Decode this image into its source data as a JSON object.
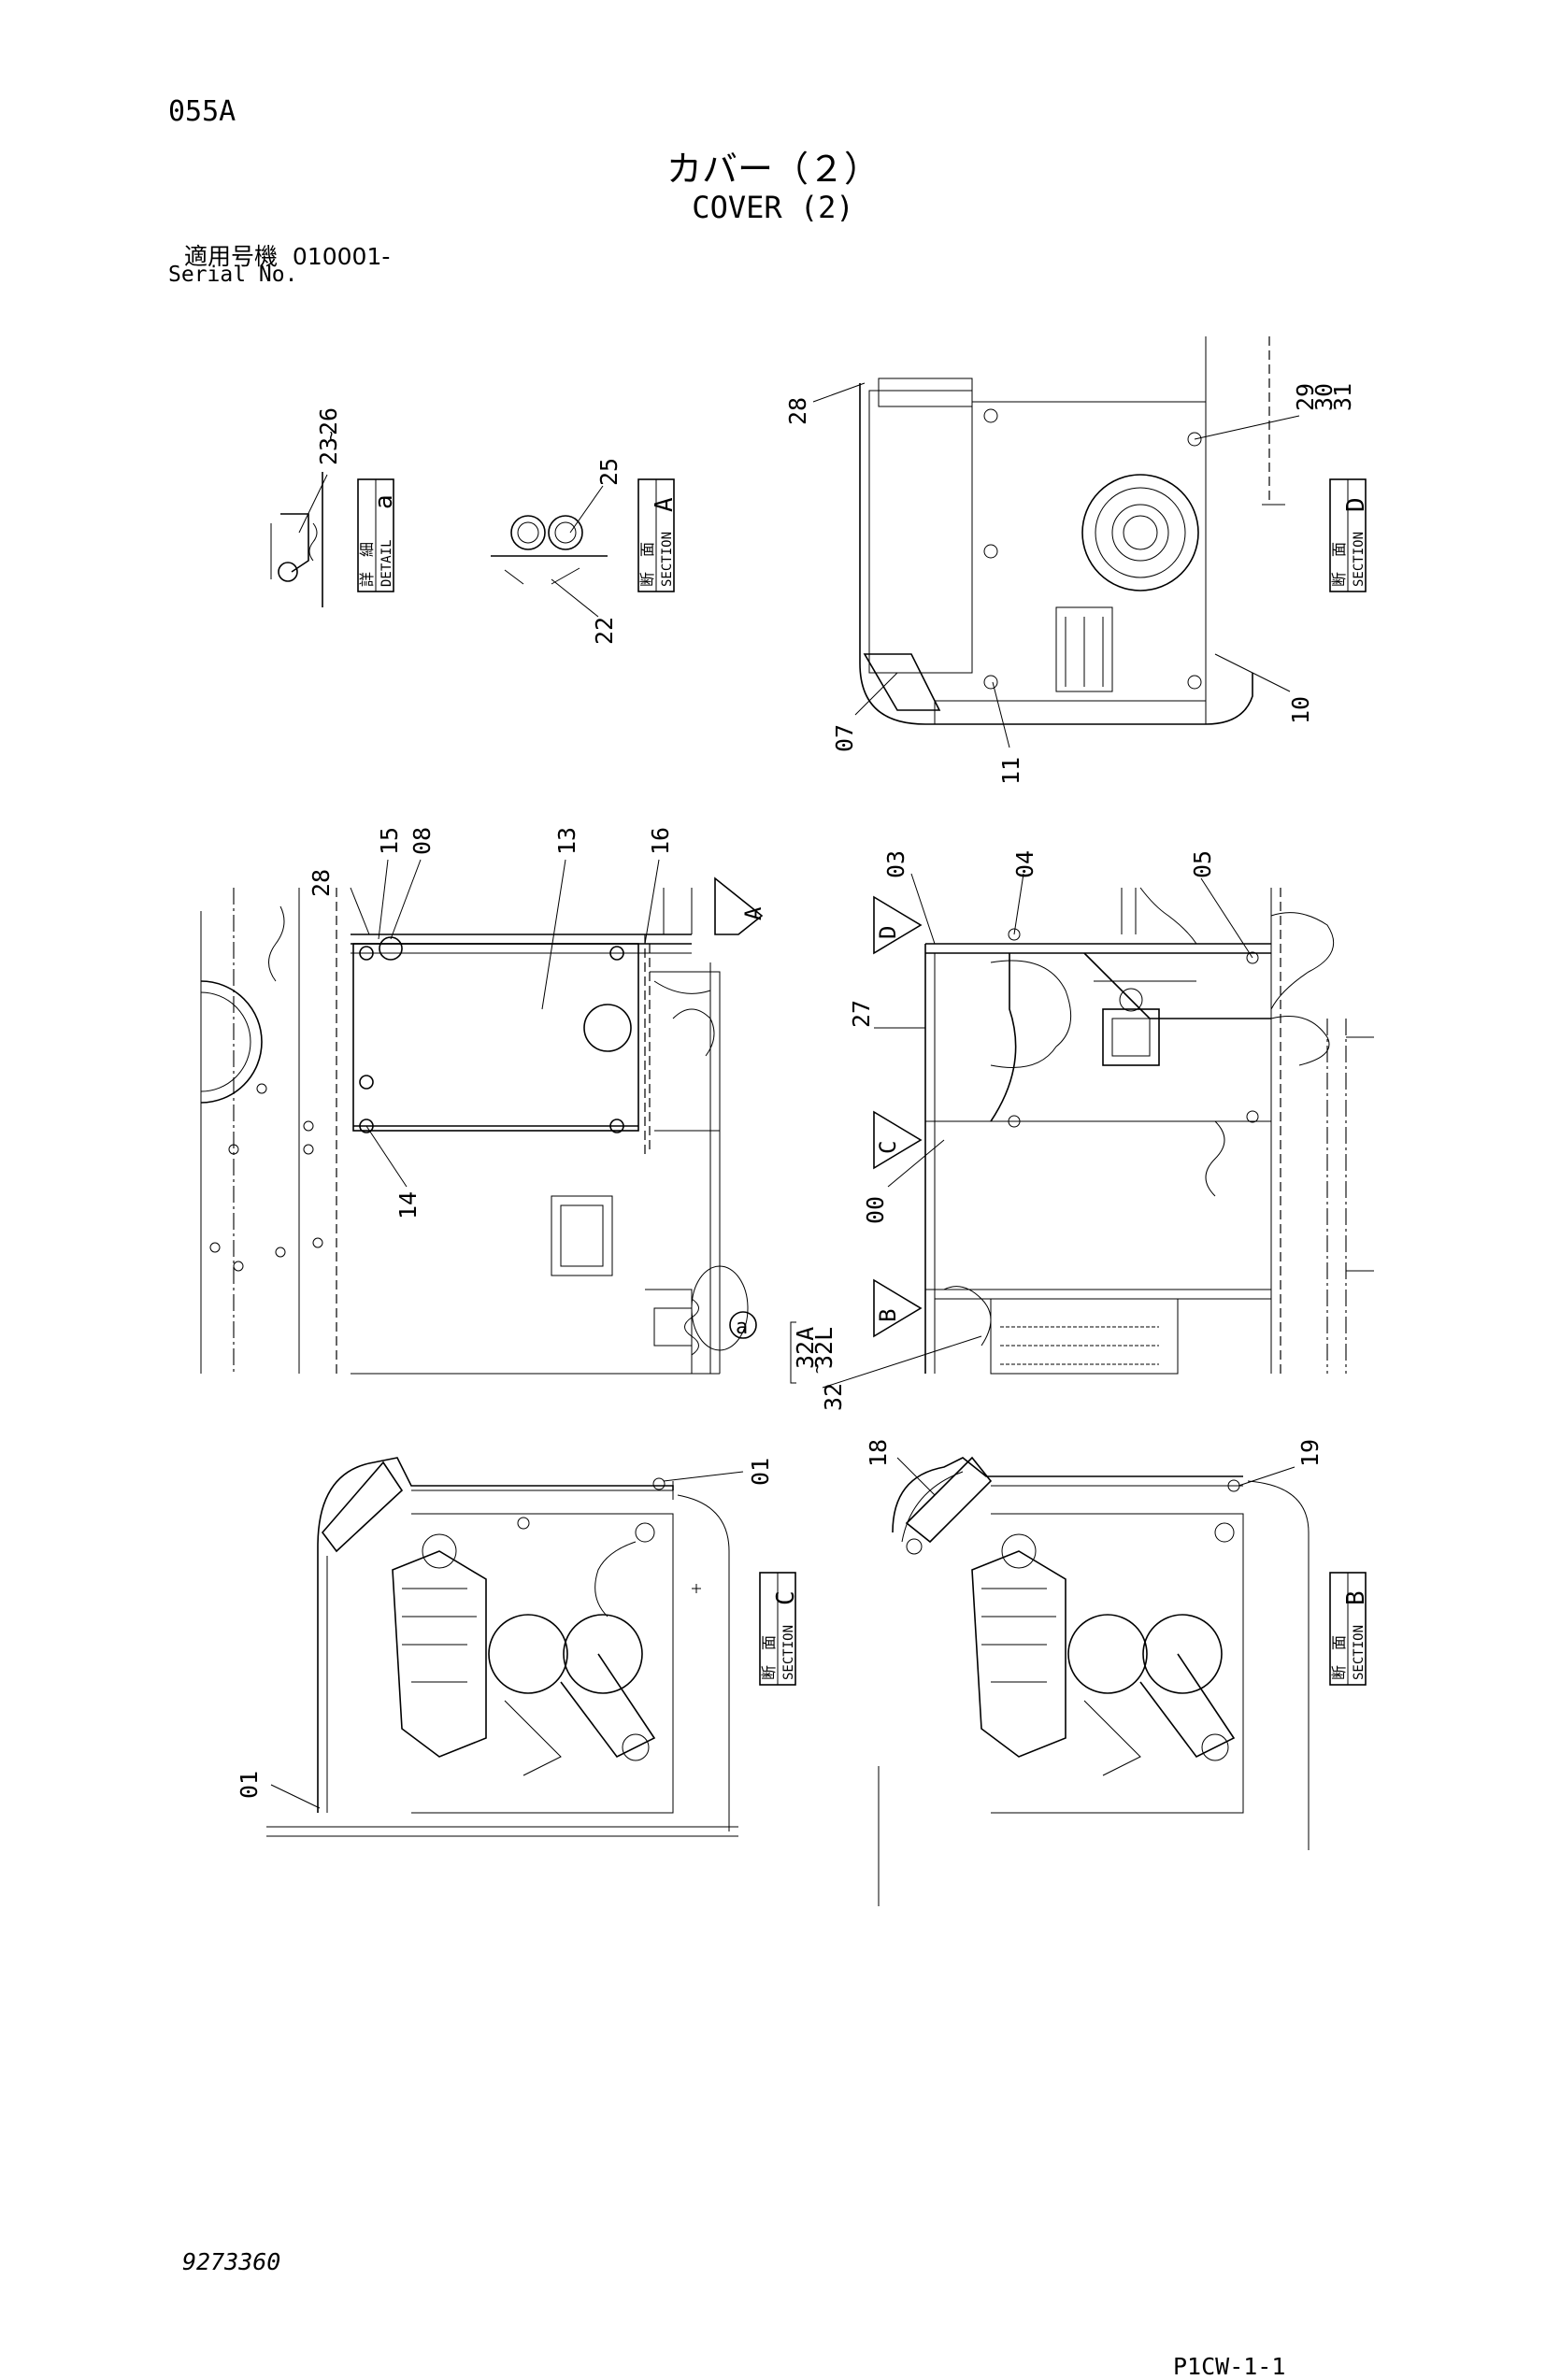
{
  "header": {
    "page_code": "055A",
    "title_jp": "カバー（２）",
    "title_en": "COVER (2)",
    "serial_label_jp": "適用号機",
    "serial_value": "010001-",
    "serial_label_en": "Serial No."
  },
  "footer": {
    "drawing_number": "9273360",
    "page_code": "P1CW-1-1"
  },
  "view_labels": {
    "detail_a": {
      "jp": "詳　細",
      "en": "DETAIL",
      "letter": "a"
    },
    "section_a": {
      "jp": "断　面",
      "en": "SECTION",
      "letter": "A"
    },
    "section_b": {
      "jp": "断　面",
      "en": "SECTION",
      "letter": "B"
    },
    "section_c": {
      "jp": "断　面",
      "en": "SECTION",
      "letter": "C"
    },
    "section_d": {
      "jp": "断　面",
      "en": "SECTION",
      "letter": "D"
    }
  },
  "section_arrows": [
    "A",
    "B",
    "C",
    "D"
  ],
  "detail_circle": "a",
  "part_callouts": [
    "00",
    "01",
    "01",
    "03",
    "04",
    "05",
    "07",
    "08",
    "10",
    "11",
    "13",
    "14",
    "15",
    "16",
    "18",
    "19",
    "22",
    "23-26",
    "25",
    "27",
    "28",
    "28",
    "29-31",
    "32 [32A~32L]"
  ],
  "callouts": {
    "c00": "00",
    "c01a": "01",
    "c01b": "01",
    "c03": "03",
    "c04": "04",
    "c05": "05",
    "c07": "07",
    "c08": "08",
    "c10": "10",
    "c11": "11",
    "c13": "13",
    "c14": "14",
    "c15": "15",
    "c16": "16",
    "c18": "18",
    "c19": "19",
    "c22": "22",
    "c23": "23",
    "c26": "26",
    "c25": "25",
    "c27": "27",
    "c28a": "28",
    "c28b": "28",
    "c29": "29",
    "c30": "30",
    "c31": "31",
    "c32": "32",
    "c32a": "32A",
    "c32l": "32L",
    "tilde": "~"
  }
}
